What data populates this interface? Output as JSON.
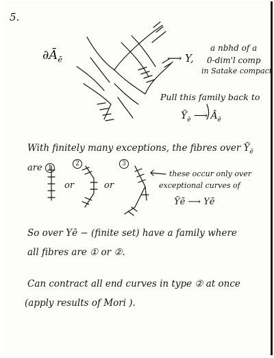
{
  "page_number": "5.",
  "boundary_label": "∂Ā",
  "boundary_subscript": "ē",
  "map_arrow": "⟶",
  "y_label": "Y,",
  "nbhd_line1": "a nbhd of a",
  "nbhd_line2": "0-dim'l comp",
  "nbhd_line3": "in Satake compact",
  "pull_line1": "Pull this family back to",
  "pull_line2_a": "Ỹ",
  "pull_line2_sub": "ē",
  "pull_line2_b": "⟶ Ā",
  "pull_line2_sub2": "ē",
  "exceptions_line": "With finitely many exceptions, the fibres over Ỹ",
  "exceptions_sub": "ē",
  "are_label": "are",
  "type1": "1",
  "type2": "2",
  "type3": "3",
  "or_1": "or",
  "or_2": "or",
  "note_line1": "these occur only over",
  "note_line2": "exceptional curves of",
  "note_line3": "Ỹē ⟶ Yē",
  "so_line1": "So over  Yē − (finite set)  have a family where",
  "so_line2": "all fibres are ① or ②.",
  "contract_line1": "Can contract all end curves in type ② at once",
  "contract_line2": "(apply results of Mori )."
}
